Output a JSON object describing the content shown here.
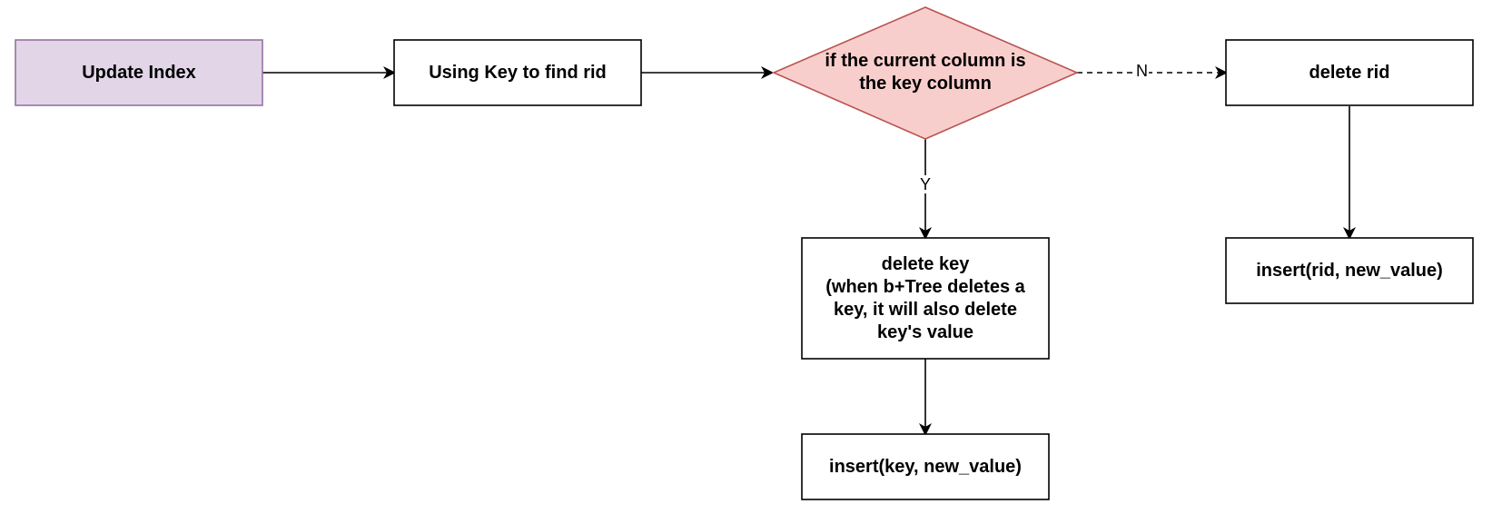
{
  "diagram": {
    "nodes": {
      "update_index": {
        "label": "Update Index",
        "fill": "#e1d5e7",
        "stroke": "#9673a6"
      },
      "using_key": {
        "label": "Using Key to find rid",
        "fill": "#ffffff",
        "stroke": "#000000"
      },
      "decision": {
        "label": "if the current column is\nthe key column",
        "fill": "#f8cecc",
        "stroke": "#b85450"
      },
      "delete_rid": {
        "label": "delete rid",
        "fill": "#ffffff",
        "stroke": "#000000"
      },
      "insert_rid": {
        "label": "insert(rid, new_value)",
        "fill": "#ffffff",
        "stroke": "#000000"
      },
      "delete_key": {
        "label": "delete key\n(when b+Tree deletes a\nkey, it will also delete\nkey's value",
        "fill": "#ffffff",
        "stroke": "#000000"
      },
      "insert_key": {
        "label": "insert(key, new_value)",
        "fill": "#ffffff",
        "stroke": "#000000"
      }
    },
    "edges": {
      "no_label": "N",
      "yes_label": "Y"
    }
  }
}
